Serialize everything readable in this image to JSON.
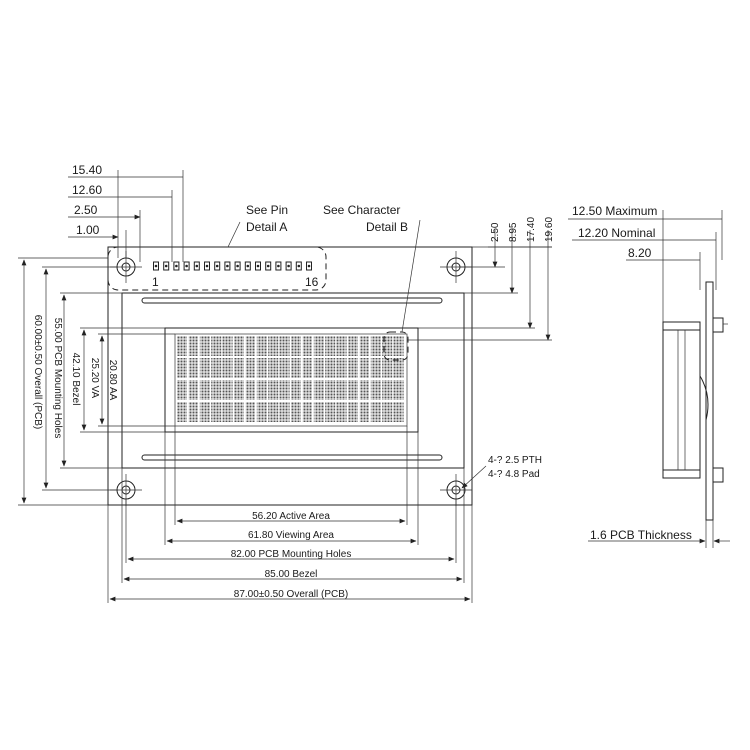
{
  "top_dims": {
    "d1": "15.40",
    "d2": "12.60",
    "d3": "2.50",
    "d4": "1.00"
  },
  "callouts": {
    "pin_line1": "See Pin",
    "pin_line2": "Detail A",
    "char_line1": "See Character",
    "char_line2": "Detail B",
    "pin_first": "1",
    "pin_last": "16"
  },
  "right_vertical_dims": {
    "v1": "2.50",
    "v2": "8.95",
    "v3": "17.40",
    "v4": "19.60"
  },
  "side_view": {
    "max_label": "12.50 Maximum",
    "nominal_label": "12.20 Nominal",
    "d820": "8.20",
    "pcb_thickness": "1.6 PCB Thickness"
  },
  "left_vertical_dims": {
    "overall": "60.00±0.50 Overall (PCB)",
    "mounting": "55.00 PCB Mounting Holes",
    "bezel": "42.10 Bezel",
    "va": "25.20 VA",
    "aa": "20.80 AA"
  },
  "hole_notes": {
    "pth": "4-? 2.5 PTH",
    "pad": "4-? 4.8 Pad"
  },
  "bottom_dims": {
    "active": "56.20 Active Area",
    "viewing": "61.80 Viewing Area",
    "mounting": "82.00 PCB Mounting Holes",
    "bezel": "85.00 Bezel",
    "overall": "87.00±0.50 Overall (PCB)"
  }
}
